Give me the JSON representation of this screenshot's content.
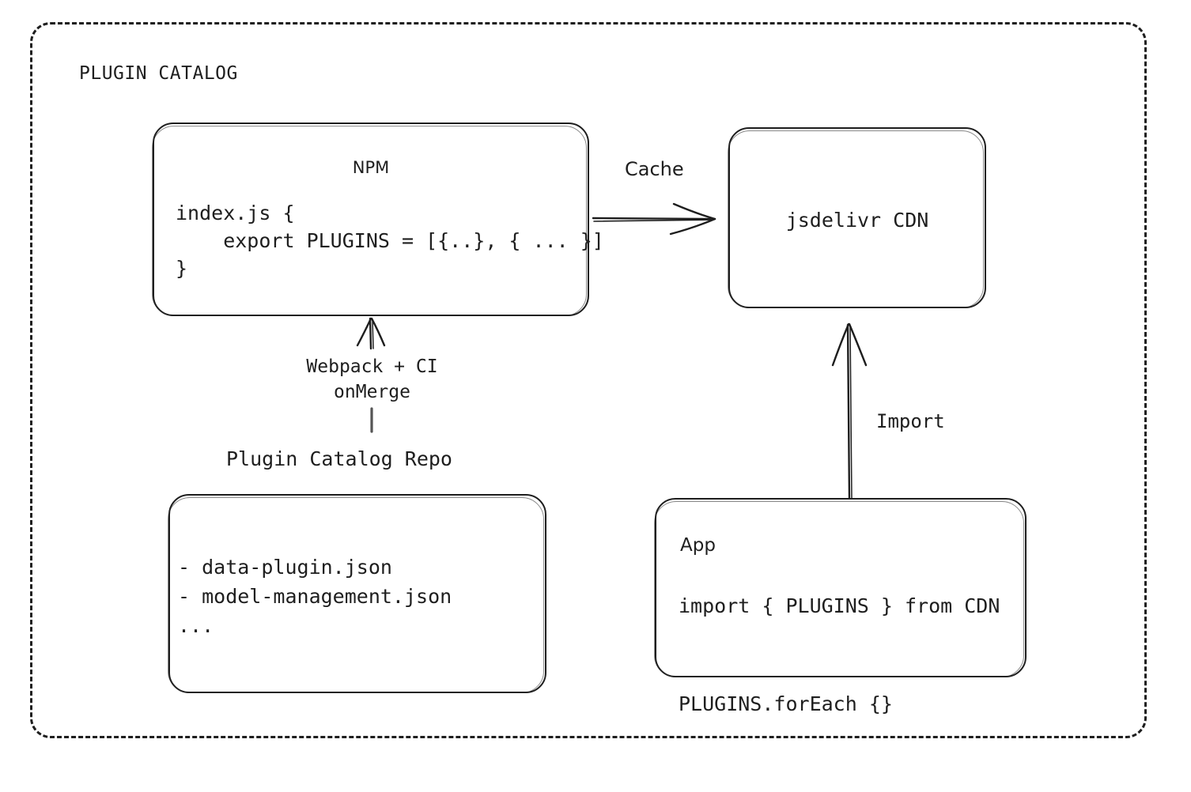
{
  "diagram": {
    "title": "PLUGIN CATALOG",
    "nodes": {
      "npm": {
        "title": "NPM",
        "code": "index.js {\n    export PLUGINS = [{..}, { ... }]\n}"
      },
      "cdn": {
        "label": "jsdelivr CDN"
      },
      "repo": {
        "caption": "Plugin Catalog Repo",
        "files": "- data-plugin.json\n- model-management.json\n..."
      },
      "app": {
        "title": "App",
        "code": "import { PLUGINS } from CDN\n\nPLUGINS.forEach {}"
      }
    },
    "edges": {
      "cache": "Cache",
      "build": "Webpack + CI\nonMerge",
      "import": "Import"
    },
    "colors": {
      "stroke": "#1e1e1e",
      "background": "#ffffff"
    }
  }
}
